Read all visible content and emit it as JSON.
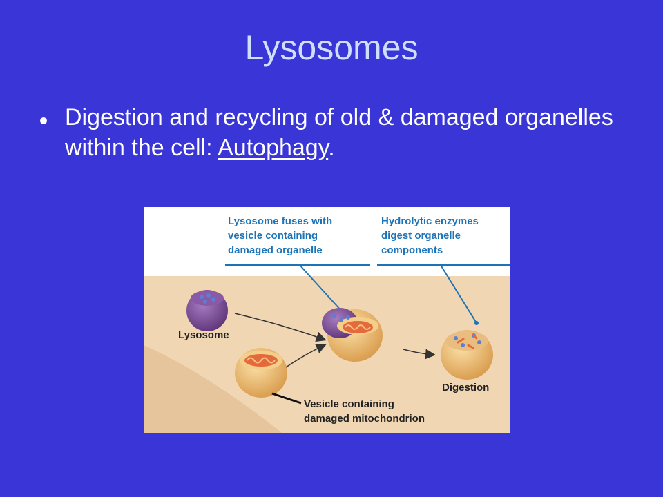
{
  "slide": {
    "title": "Lysosomes",
    "bullet": {
      "prefix": "Digestion and recycling of old & damaged organelles within the cell: ",
      "term": "Autophagy",
      "suffix": "."
    }
  },
  "figure": {
    "caption_left": [
      "Lysosome fuses with",
      "vesicle containing",
      "damaged organelle"
    ],
    "caption_right": [
      "Hydrolytic enzymes",
      "digest organelle",
      "components"
    ],
    "label_lysosome": "Lysosome",
    "label_vesicle": [
      "Vesicle containing",
      "damaged mitochondrion"
    ],
    "label_digestion": "Digestion",
    "colors": {
      "caption_text": "#1c74b8",
      "label_text": "#222222",
      "lysosome": "#7a4a92",
      "vesicle": "#e8b56a",
      "mitochondrion": "#e46a3a",
      "enzyme": "#5a7fd6"
    }
  }
}
